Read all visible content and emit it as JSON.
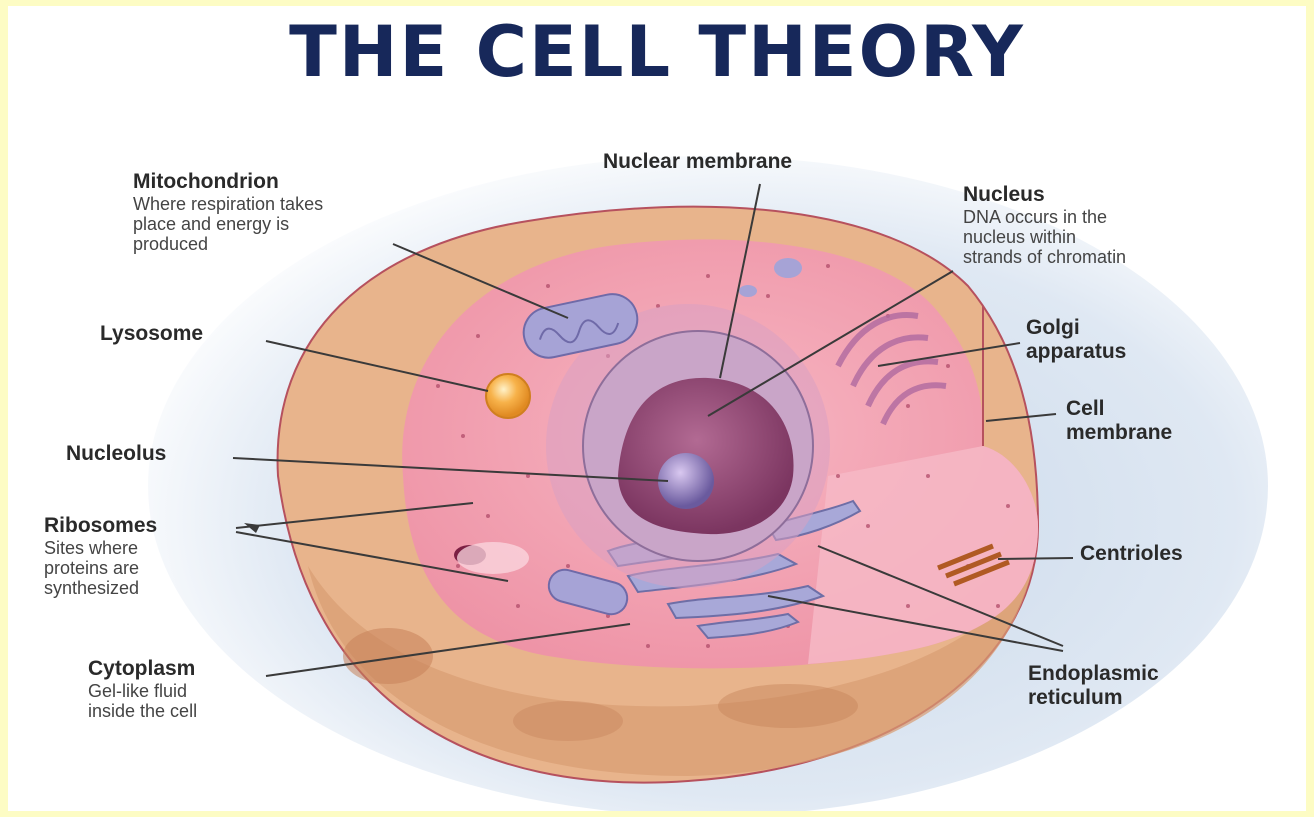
{
  "title": "THE CELL THEORY",
  "colors": {
    "page_border": "#fdfcc4",
    "title": "#17285a",
    "cell_outer": "#e7b58f",
    "cytoplasm": "#f2a3b3",
    "nucleus": "#8a3f6c",
    "lysosome": "#f3a43b",
    "leader_lines": "#3a3a3a"
  },
  "labels": {
    "mitochondrion": {
      "name": "Mitochondrion",
      "desc": [
        "Where respiration takes",
        "place and energy is",
        "produced"
      ]
    },
    "nuclear_membrane": {
      "name": "Nuclear membrane"
    },
    "nucleus": {
      "name": "Nucleus",
      "desc": [
        "DNA occurs in the",
        "nucleus within",
        "strands of chromatin"
      ]
    },
    "lysosome": {
      "name": "Lysosome"
    },
    "golgi": {
      "name": [
        "Golgi",
        "apparatus"
      ]
    },
    "cell_membrane": {
      "name": [
        "Cell",
        "membrane"
      ]
    },
    "nucleolus": {
      "name": "Nucleolus"
    },
    "ribosomes": {
      "name": "Ribosomes",
      "desc": [
        "Sites where",
        "proteins are",
        "synthesized"
      ]
    },
    "centrioles": {
      "name": "Centrioles"
    },
    "cytoplasm": {
      "name": "Cytoplasm",
      "desc": [
        "Gel-like fluid",
        "inside the cell"
      ]
    },
    "endoplasmic_reticulum": {
      "name": [
        "Endoplasmic",
        "reticulum"
      ]
    }
  }
}
